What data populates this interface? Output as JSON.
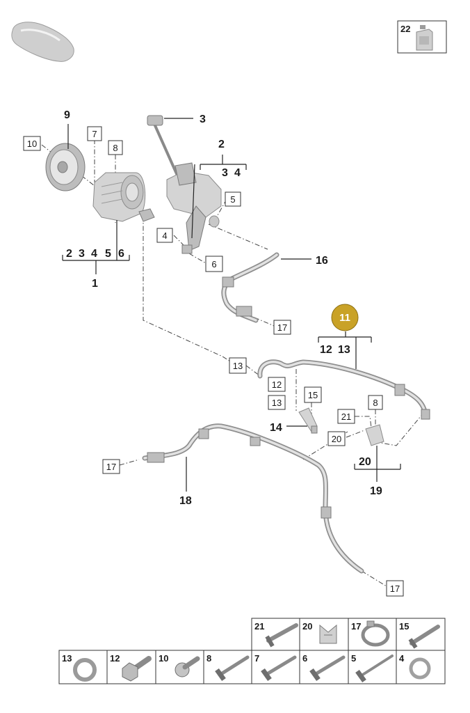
{
  "callouts": {
    "c1": "1",
    "c2": "2",
    "c3": "3",
    "c9": "9",
    "c14": "14",
    "c16": "16",
    "c18": "18",
    "c19": "19",
    "c20": "20",
    "g1": [
      "2",
      "3",
      "4",
      "5",
      "6"
    ],
    "g2": [
      "3",
      "4"
    ],
    "g11": [
      "12",
      "13"
    ]
  },
  "boxed": {
    "b10": "10",
    "b7": "7",
    "b8a": "8",
    "b5": "5",
    "b4": "4",
    "b6": "6",
    "b17a": "17",
    "b13a": "13",
    "b12": "12",
    "b13b": "13",
    "b15": "15",
    "b8b": "8",
    "b21": "21",
    "b20": "20",
    "b17b": "17",
    "b17c": "17"
  },
  "highlight": {
    "label": "11",
    "color": "#c9a227"
  },
  "legend_top": {
    "label": "22"
  },
  "parts_grid": {
    "row1": [
      "21",
      "20",
      "17",
      "15"
    ],
    "row2": [
      "13",
      "12",
      "10",
      "8",
      "7",
      "6",
      "5",
      "4"
    ]
  },
  "icons": [
    "car-silhouette-icon",
    "oil-bottle-icon",
    "bolt-icon",
    "clip-icon",
    "hose-clamp-icon",
    "washer-ring-icon",
    "hex-bolt-icon",
    "collar-bolt-icon",
    "stud-bolt-icon",
    "sealing-ring-icon"
  ]
}
